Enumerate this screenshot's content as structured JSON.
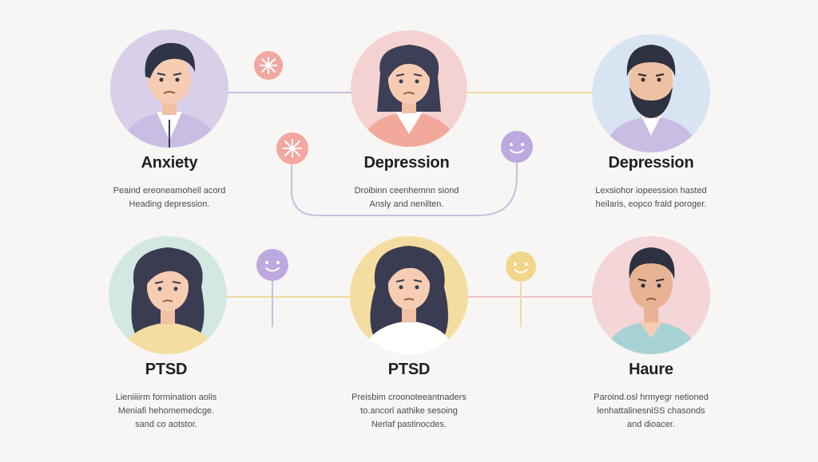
{
  "colors": {
    "background": "#f7f6f4",
    "purple": "#d9cfe8",
    "pink": "#f5d2d2",
    "blue": "#d9e4f2",
    "mint": "#d2e8e0",
    "yellow": "#f3dda0",
    "rose": "#f4d6d9",
    "line_purple": "#c7bfe0",
    "line_yellow": "#efdca0",
    "line_pink": "#f0c4c4",
    "node_pink": "#f2a7a0",
    "node_purple": "#bda9e0",
    "node_yellow": "#f0d78a"
  },
  "icons": [
    "anxious-person-icon",
    "worried-woman-icon",
    "sad-bearded-man-icon",
    "ptsd-woman-icon",
    "ptsd-girl-icon",
    "sad-man-icon",
    "stress-burst-icon",
    "smile-face-icon"
  ],
  "cards": [
    {
      "title": "Anxiety",
      "lines": [
        "Peaind ereoneamohell acord",
        "Heading depression."
      ]
    },
    {
      "title": "Depression",
      "lines": [
        "Droibinn ceenhemnn siond",
        "Ansly and nenilten."
      ]
    },
    {
      "title": "Depression",
      "lines": [
        "Lexsiohor iopeession hasted",
        "heilaris, eopco frald poroger."
      ]
    },
    {
      "title": "PTSD",
      "lines": [
        "Lieniiiirm formination aolis",
        "Meniafi hehomemedcge.",
        "sand co aotstor."
      ]
    },
    {
      "title": "PTSD",
      "lines": [
        "Preisbim croonoteeantnaders",
        "to.ancorl aathike sesoing",
        "Nerlaf pastinocdes."
      ]
    },
    {
      "title": "Haure",
      "lines": [
        "Paroind.osl hrmyegr netioned",
        "lenhattalinesniSS chasonds",
        "and dioacer."
      ]
    }
  ]
}
